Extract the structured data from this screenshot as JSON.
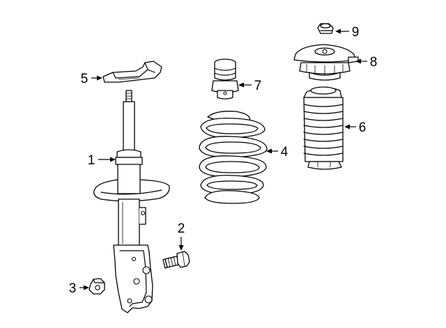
{
  "callouts": [
    {
      "id": "1",
      "label": "1",
      "part": "strut-assembly"
    },
    {
      "id": "2",
      "label": "2",
      "part": "bolt"
    },
    {
      "id": "3",
      "label": "3",
      "part": "nut"
    },
    {
      "id": "4",
      "label": "4",
      "part": "coil-spring"
    },
    {
      "id": "5",
      "label": "5",
      "part": "spring-insulator"
    },
    {
      "id": "6",
      "label": "6",
      "part": "dust-boot"
    },
    {
      "id": "7",
      "label": "7",
      "part": "bump-stop"
    },
    {
      "id": "8",
      "label": "8",
      "part": "strut-mount"
    },
    {
      "id": "9",
      "label": "9",
      "part": "mount-nut"
    }
  ]
}
